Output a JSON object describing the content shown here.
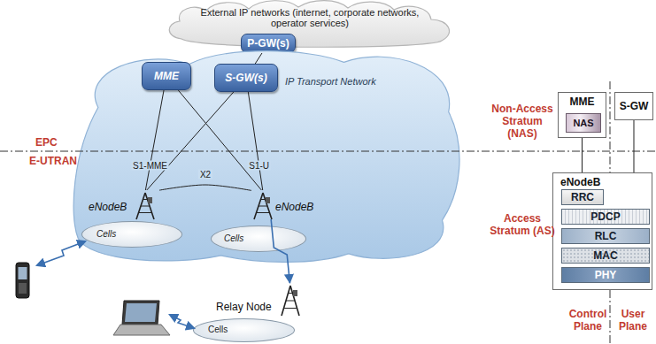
{
  "diagram": {
    "nodes": [
      {
        "text": [
          "External IP networks (internet, corporate networks, operator services)"
        ]
      },
      {
        "text": [
          "P-GW(s)"
        ]
      },
      {
        "text": [
          "IP Transport Network"
        ]
      },
      {
        "text": [
          "MME"
        ],
        "in": 2
      },
      {
        "text": [
          "S-GW(s)"
        ],
        "in": 2
      },
      {
        "text": [
          "eNodeB"
        ],
        "in": 2
      },
      {
        "text": [
          "eNodeB"
        ],
        "in": 2
      },
      {
        "text": [
          "Cells"
        ],
        "in": 2
      },
      {
        "text": [
          "Cells"
        ],
        "in": 2
      },
      {
        "text": [
          "Relay Node"
        ]
      },
      {
        "text": [
          "Cells"
        ]
      },
      {
        "text": [
          "MME"
        ]
      },
      {
        "text": [
          "NAS"
        ],
        "in": 11
      },
      {
        "text": [
          "S-GW"
        ]
      },
      {
        "text": [
          "eNodeB"
        ]
      },
      {
        "text": [
          "RRC"
        ],
        "in": 14
      },
      {
        "text": [
          "PDCP"
        ],
        "in": 14
      },
      {
        "text": [
          "RLC"
        ],
        "in": 14
      },
      {
        "text": [
          "MAC"
        ],
        "in": 14
      },
      {
        "text": [
          "PHY"
        ],
        "in": 14
      }
    ],
    "edges": [
      {
        "from": 1,
        "to": 4,
        "arrow": "none"
      },
      {
        "from": 3,
        "to": 5,
        "label": "S1-MME",
        "arrow": "none"
      },
      {
        "from": 3,
        "to": 6,
        "arrow": "none"
      },
      {
        "from": 4,
        "to": 5,
        "arrow": "none"
      },
      {
        "from": 4,
        "to": 6,
        "label": "S1-U",
        "arrow": "none"
      },
      {
        "from": 5,
        "to": 6,
        "label": "X2",
        "arrow": "none"
      },
      {
        "from": 6,
        "to": 9,
        "arrow": "to"
      },
      {
        "from": 11,
        "to": 14,
        "arrow": "none"
      },
      {
        "from": 13,
        "to": 14,
        "arrow": "none"
      }
    ],
    "labels": [
      "EPC",
      "E-UTRAN",
      "Non-Access Stratum (NAS)",
      "Access Stratum (AS)",
      "Control Plane",
      "User Plane"
    ]
  }
}
